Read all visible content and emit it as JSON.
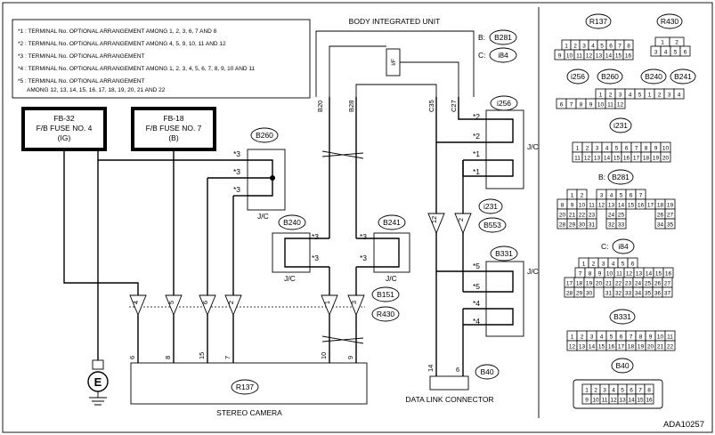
{
  "legend": [
    {
      "mark": "*1",
      "text": ": TERMINAL No. OPTIONAL ARRANGEMENT AMONG 1, 2, 3, 6, 7 AND 8"
    },
    {
      "mark": "*2",
      "text": ": TERMINAL No. OPTIONAL ARRANGEMENT AMONG 4, 5, 9, 10, 11 AND 12"
    },
    {
      "mark": "*3",
      "text": ": TERMINAL No. OPTIONAL ARRANGEMENT"
    },
    {
      "mark": "*4",
      "text": ": TERMINAL No. OPTIONAL ARRANGEMENT AMONG 1, 2, 3, 4, 5, 6, 7, 8, 9, 10 AND 11"
    },
    {
      "mark": "*5",
      "text": ": TERMINAL No. OPTIONAL ARRANGEMENT"
    },
    {
      "mark": "",
      "text": "AMONG 12, 13, 14, 15, 16, 17, 18, 19, 20, 21 AND 22"
    }
  ],
  "fuse1": {
    "l1": "FB-32",
    "l2": "F/B FUSE NO. 4",
    "l3": "(IG)"
  },
  "fuse2": {
    "l1": "FB-18",
    "l2": "F/B FUSE NO. 7",
    "l3": "(B)"
  },
  "bodyUnit": {
    "title": "BODY INTEGRATED UNIT",
    "b281": "B:",
    "c84": "C:",
    "if": "I/F",
    "pins": [
      "B20",
      "B28",
      "C35",
      "C27"
    ]
  },
  "tags": {
    "b281": "B281",
    "i84": "i84",
    "b260": "B260",
    "b240": "B240",
    "b241": "B241",
    "i256": "i256",
    "i231": "i231",
    "b553": "B553",
    "b331": "B331",
    "b151": "B151",
    "r430": "R430",
    "r137": "R137",
    "b40": "B40"
  },
  "star3": "*3",
  "star1": "*1",
  "star2": "*2",
  "star4": "*4",
  "star5": "*5",
  "jc": "J/C",
  "arrowsLeft": [
    "4",
    "5",
    "6",
    "2"
  ],
  "arrowsRight": [
    "1",
    "3"
  ],
  "arrowsMid": [
    "12",
    "2"
  ],
  "cameraPins": [
    "6",
    "8",
    "15",
    "7",
    "10",
    "9"
  ],
  "dlcPins": [
    "14",
    "6"
  ],
  "cameraLabel": "STEREO CAMERA",
  "dlcLabel": "DATA LINK CONNECTOR",
  "ground": "E",
  "code": "ADA10257",
  "panel": {
    "r137": {
      "row1": [
        "1",
        "2",
        "3",
        "4",
        "5",
        "6",
        "7",
        "8"
      ],
      "row2": [
        "9",
        "10",
        "11",
        "12",
        "13",
        "14",
        "15",
        "16"
      ]
    },
    "r430": {
      "row1": [
        "1",
        "2"
      ],
      "row2": [
        "3",
        "4",
        "5",
        "6"
      ]
    },
    "i256": {
      "row1": [
        "1",
        "2",
        "3",
        "4",
        "5"
      ],
      "row2": [
        "6",
        "7",
        "8",
        "9",
        "10",
        "11",
        "12"
      ]
    },
    "b240": [
      "1",
      "2",
      "3",
      "4"
    ],
    "i231": {
      "row1": [
        "1",
        "2",
        "3",
        "4",
        "5",
        "6",
        "7",
        "8",
        "9",
        "10"
      ],
      "row2": [
        "11",
        "12",
        "13",
        "14",
        "15",
        "16",
        "17",
        "18",
        "19",
        "20"
      ]
    },
    "b281": {
      "row1": [
        "1",
        "2",
        "",
        "3",
        "4",
        "5",
        "6",
        "7"
      ],
      "row2": [
        "8",
        "9",
        "10",
        "11",
        "12",
        "13",
        "14",
        "15",
        "16",
        "17",
        "18",
        "19"
      ],
      "row3": [
        "20",
        "21",
        "22",
        "23",
        "",
        "24",
        "25",
        "",
        "",
        "",
        "26",
        "27"
      ],
      "row4": [
        "28",
        "29",
        "30",
        "31",
        "",
        "32",
        "33",
        "",
        "",
        "",
        "34",
        "35"
      ]
    },
    "i84": {
      "row1": [
        "1",
        "2",
        "3",
        "4",
        "5",
        "6"
      ],
      "row2": [
        "7",
        "8",
        "9",
        "10",
        "11",
        "12",
        "13",
        "14",
        "15",
        "16"
      ],
      "row3": [
        "17",
        "18",
        "19",
        "20",
        "21",
        "22",
        "23",
        "24",
        "25",
        "26",
        "27"
      ],
      "row4": [
        "28",
        "29",
        "30",
        "",
        "31",
        "32",
        "33",
        "34",
        "35",
        "36",
        "37"
      ]
    },
    "b331": {
      "row1": [
        "1",
        "2",
        "3",
        "4",
        "5",
        "6",
        "7",
        "8",
        "9",
        "10",
        "11"
      ],
      "row2": [
        "12",
        "13",
        "14",
        "15",
        "16",
        "17",
        "18",
        "19",
        "20",
        "21",
        "22"
      ]
    },
    "b40": {
      "row1": [
        "1",
        "2",
        "3",
        "4",
        "5",
        "6",
        "7",
        "8"
      ],
      "row2": [
        "9",
        "10",
        "11",
        "12",
        "13",
        "14",
        "15",
        "16"
      ]
    }
  }
}
